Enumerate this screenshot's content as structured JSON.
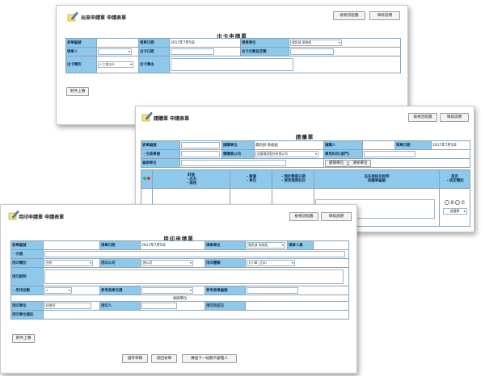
{
  "win1": {
    "title": "出來申請單  申請表單",
    "btn_process": "檢視流程圖",
    "btn_help": "填寫說明",
    "form_title": "出卡申請單",
    "labels": {
      "form_no": "表單編號",
      "apply_date": "填單日期",
      "apply_unit": "填單單位",
      "applicant": "填單人",
      "out_date": "出卡日期",
      "count": "出卡月數設定數",
      "out_type": "出卡類別",
      "reason": "出卡事由"
    },
    "values": {
      "apply_date": "2017年7月5日",
      "apply_unit": "資訊部-系統組",
      "out_type": "1.工程出卡"
    },
    "btn_upload": "附件上傳"
  },
  "win2": {
    "title": "請購單  申請表單",
    "btn_process": "檢視流程圖",
    "btn_help": "填寫說明",
    "form_title": "請購單",
    "labels": {
      "form_no": "表單編號",
      "apply_unit": "請購單位",
      "applicant": "請購人",
      "apply_date": "填單日期",
      "dept": "・交貨單號",
      "company": "需購買公司",
      "budget": "費用科目(部門)",
      "vendor": "會辦單位"
    },
    "values": {
      "apply_unit": "資訊部-系統組",
      "company": "宏碁資訊股份有限公司",
      "apply_date": "2017年7月5日"
    },
    "btn_choose": "選擇單位",
    "btn_clear": "清除單位",
    "cols": {
      "c1": "料號\n・品名\n・規格",
      "c2": "・數量\n・單位",
      "c3": "・預計需要日期\n・使用預算科目",
      "c4": "品名規格及說明\n採購單編號",
      "c5": "是否\n・核定類別"
    },
    "radio_yes": "是",
    "radio_no": "否",
    "sel_type": "請選擇"
  },
  "win3": {
    "title": "用印申請單  申請表單",
    "btn_process": "檢視流程圖",
    "btn_help": "填寫說明",
    "form_title": "用印申請單",
    "labels": {
      "form_no": "表單編號",
      "apply_date": "填單日期",
      "apply_unit": "填單單位",
      "applicant": "填單人員",
      "doc": "・文號",
      "seal_type": "用印類別",
      "company": "用印公司",
      "seal_kind": "用印種類",
      "desc": "用印說明",
      "copies": "・用印份數",
      "ref_name": "參考表單名稱",
      "ref_no": "參考表單編號",
      "section": "承辦單位",
      "unit": "用印單位",
      "person": "用印人",
      "date": "用印完成日",
      "record": "用印單位備註"
    },
    "values": {
      "apply_date": "2017年7月5日",
      "apply_unit": "資訊部-系統組",
      "seal_type": "合約",
      "company": "總公司",
      "seal_kind": "大小章 (正本)",
      "copies": "1",
      "unit": "秘書室"
    },
    "btn_upload": "附件上傳",
    "btn_save": "儲存草稿",
    "btn_back": "退回表單",
    "btn_send": "傳送下一站關卡處理人"
  }
}
